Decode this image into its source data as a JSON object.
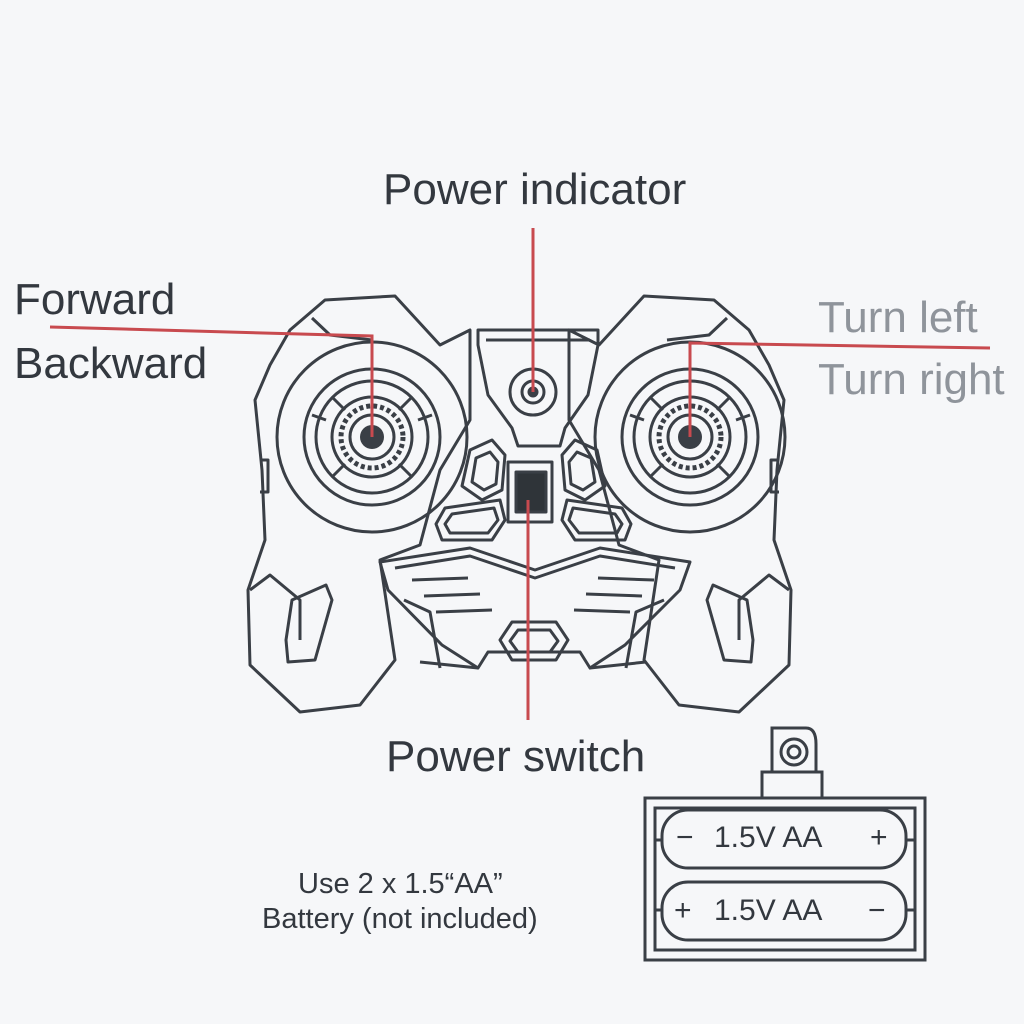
{
  "labels": {
    "power_indicator": "Power indicator",
    "forward": "Forward",
    "backward": "Backward",
    "turn_left": "Turn left",
    "turn_right": "Turn right",
    "power_switch": "Power switch"
  },
  "battery_note": {
    "line1": "Use 2 x 1.5“AA”",
    "line2": "Battery (not included)"
  },
  "battery_pack": {
    "cell_top": {
      "left_sign": "−",
      "label": "1.5V AA",
      "right_sign": "+"
    },
    "cell_bottom": {
      "left_sign": "+",
      "label": "1.5V AA",
      "right_sign": "−"
    }
  },
  "colors": {
    "background": "#f6f7f9",
    "outline": "#3a3f46",
    "leader_line": "#c84a4f",
    "text": "#33383f",
    "text_light": "#8f949b"
  },
  "icons": [
    "joystick-icon",
    "power-led-icon",
    "power-switch-icon",
    "battery-pack-icon",
    "connector-plug-icon"
  ]
}
